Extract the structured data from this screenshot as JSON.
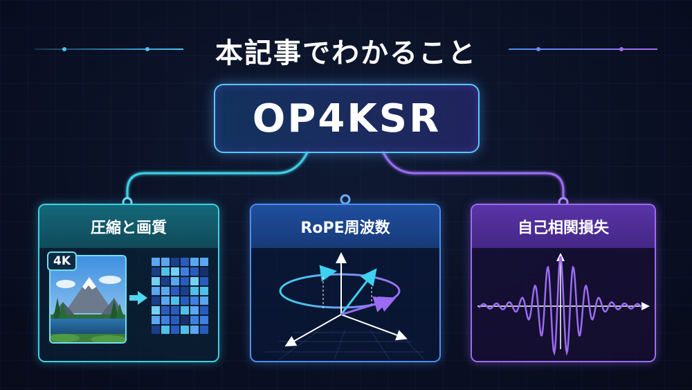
{
  "header": {
    "title": "本記事でわかること"
  },
  "topic": {
    "label": "OP4KSR"
  },
  "cards": [
    {
      "label": "圧縮と画質",
      "badge": "4K",
      "accent": "#3fd0e6"
    },
    {
      "label": "RoPE周波数",
      "accent": "#4a8ff0"
    },
    {
      "label": "自己相関損失",
      "accent": "#9b6cf2"
    }
  ],
  "icons": [
    "mountain-photo",
    "arrow-right-icon",
    "pixel-grid-icon",
    "rotation-axes-icon",
    "waveform-icon"
  ]
}
